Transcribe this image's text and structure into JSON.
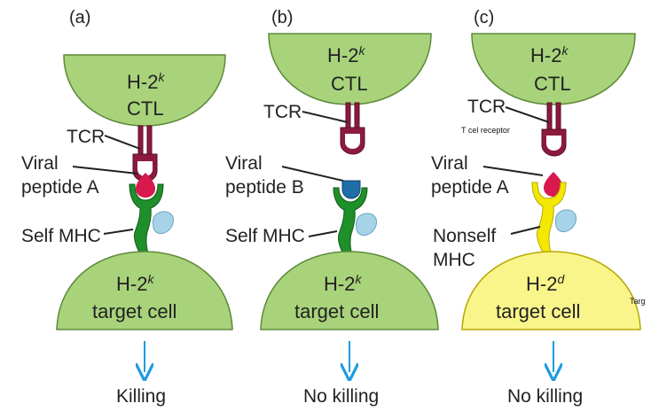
{
  "colors": {
    "ctl_green": "#a8d37b",
    "self_green": "#a8d37b",
    "nonself_yellow": "#faf58a",
    "tcr": "#8c1a3e",
    "mhc_green": "#1f8f2a",
    "mhc_yellow": "#f2e800",
    "peptide_a": "#d8194d",
    "peptide_b": "#1f6ea8",
    "b2m": "#a7d3e8",
    "arrow": "#1e9be0"
  },
  "panels": [
    {
      "letter": "(a)",
      "ctl": {
        "haplotype": "H-2",
        "sup": "k",
        "name": "CTL"
      },
      "tcr": "TCR",
      "peptide": {
        "line1": "Viral",
        "line2": "peptide A"
      },
      "mhc": {
        "line1": "Self MHC",
        "line2": ""
      },
      "target": {
        "haplotype": "H-2",
        "sup": "k",
        "name": "target cell"
      },
      "outcome": "Killing"
    },
    {
      "letter": "(b)",
      "ctl": {
        "haplotype": "H-2",
        "sup": "k",
        "name": "CTL"
      },
      "tcr": "TCR",
      "peptide": {
        "line1": "Viral",
        "line2": "peptide B"
      },
      "mhc": {
        "line1": "Self MHC",
        "line2": ""
      },
      "target": {
        "haplotype": "H-2",
        "sup": "k",
        "name": "target cell"
      },
      "outcome": "No killing"
    },
    {
      "letter": "(c)",
      "ctl": {
        "haplotype": "H-2",
        "sup": "k",
        "name": "CTL"
      },
      "tcr": "TCR",
      "tcr_note": "T cel receptor",
      "peptide": {
        "line1": "Viral",
        "line2": "peptide A"
      },
      "mhc": {
        "line1": "Nonself",
        "line2": "MHC"
      },
      "target": {
        "haplotype": "H-2",
        "sup": "d",
        "name": "target cell"
      },
      "outcome": "No killing"
    }
  ],
  "edge_note": "Targ"
}
